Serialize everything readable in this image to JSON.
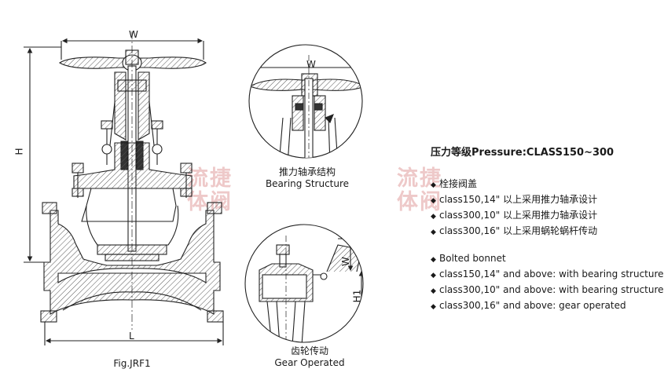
{
  "main_drawing": {
    "dim_width": "W",
    "dim_height": "H",
    "dim_length": "L",
    "caption": "Fig.JRF1"
  },
  "detail_bearing": {
    "dim_width": "W",
    "caption_cn": "推力轴承结构",
    "caption_en": "Bearing Structure"
  },
  "detail_gear": {
    "dim_w": "W",
    "dim_h1": "H1",
    "caption_cn": "齿轮传动",
    "caption_en": "Gear Operated"
  },
  "spec": {
    "title": "压力等级Pressure:CLASS150~300",
    "bullet_glyph": "◆",
    "notes_cn": [
      "栓接阀盖",
      "class150,14\" 以上采用推力轴承设计",
      "class300,10\" 以上采用推力轴承设计",
      "class300,16\" 以上采用蜗轮蜗杆传动"
    ],
    "notes_en": [
      "Bolted bonnet",
      "class150,14\" and above: with bearing structure",
      "class300,10\" and above: with bearing structure",
      "class300,16\" and above: gear operated"
    ]
  },
  "watermark": {
    "left": "流捷体阀",
    "right": "流捷体阀"
  },
  "colors": {
    "line": "#222222",
    "hatch": "#555555",
    "watermark": "#e9b7b7"
  }
}
